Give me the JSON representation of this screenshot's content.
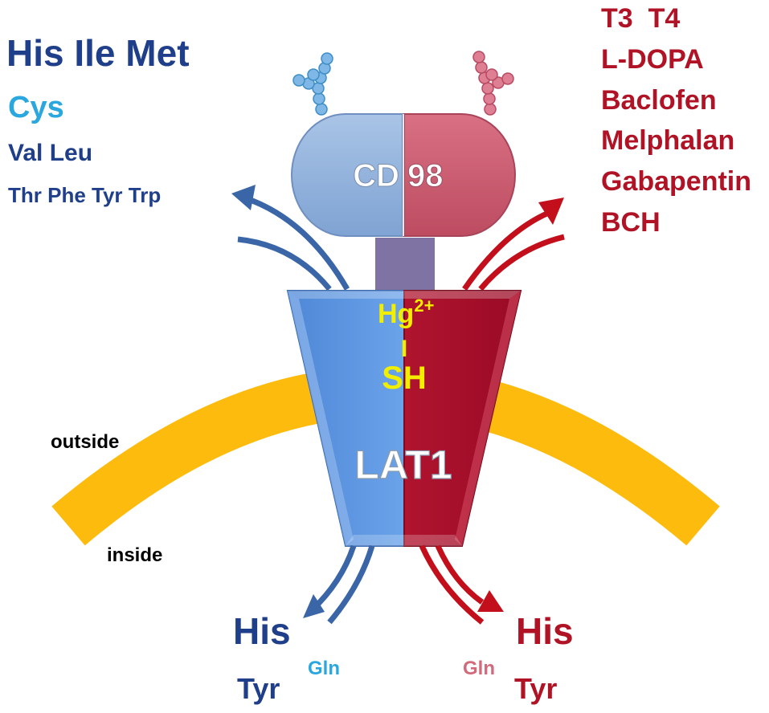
{
  "colors": {
    "dark_blue": "#1F3F8A",
    "light_blue": "#29A7DE",
    "lat1_blue": "#5B94DE",
    "lat1_red": "#A90E2C",
    "cd98_blue": "#8FB0DB",
    "cd98_red": "#C9576C",
    "dark_red": "#B01325",
    "pink": "#D36A7A",
    "membrane": "#FDBB0E",
    "stalk": "#7F73A3",
    "yellow_label": "#F2EE00"
  },
  "left_substrates": {
    "line1": "His Ile Met",
    "line2": "Cys",
    "line3": "Val Leu",
    "line4": "Thr Phe Tyr Trp"
  },
  "right_substrates": [
    "T3  T4",
    "L-DOPA",
    "Baclofen",
    "Melphalan",
    "Gabapentin",
    "BCH"
  ],
  "cd98": {
    "label_left": "CD",
    "label_right": "98"
  },
  "lat1": {
    "label": "LAT1",
    "ion": "Hg",
    "ion_charge": "2+",
    "bond": "I",
    "thiol": "SH"
  },
  "membrane": {
    "outside": "outside",
    "inside": "inside"
  },
  "bottom_left": {
    "his": "His",
    "tyr": "Tyr",
    "gln": "Gln"
  },
  "bottom_right": {
    "his": "His",
    "tyr": "Tyr",
    "gln": "Gln"
  },
  "icons": [
    "blue-glycan-icon",
    "red-glycan-icon"
  ]
}
